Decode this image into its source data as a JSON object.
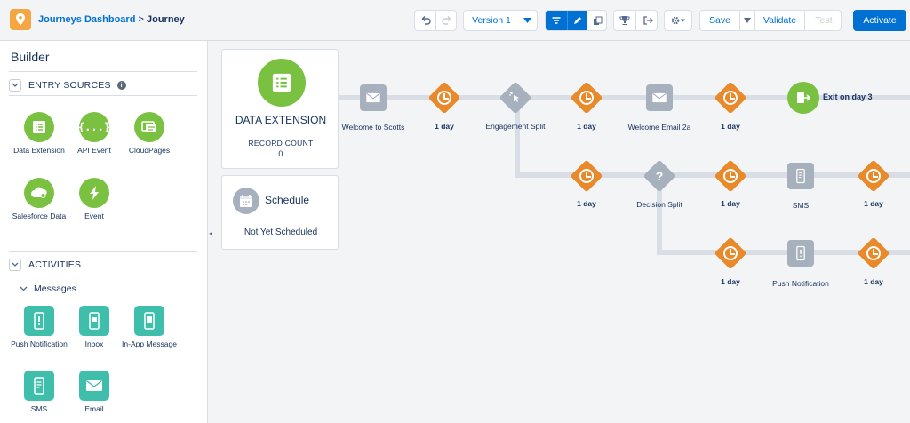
{
  "header": {
    "breadcrumb_parent": "Journeys Dashboard",
    "breadcrumb_separator": ">",
    "breadcrumb_current": "Journey",
    "version_label": "Version 1",
    "save_label": "Save",
    "validate_label": "Validate",
    "test_label": "Test",
    "activate_label": "Activate"
  },
  "sidebar": {
    "title": "Builder",
    "entry_sources_label": "ENTRY SOURCES",
    "entry_sources": [
      {
        "label": "Data Extension"
      },
      {
        "label": "API Event"
      },
      {
        "label": "CloudPages"
      },
      {
        "label": "Salesforce Data"
      },
      {
        "label": "Event"
      }
    ],
    "activities_label": "ACTIVITIES",
    "messages_label": "Messages",
    "messages": [
      {
        "label": "Push Notification"
      },
      {
        "label": "Inbox"
      },
      {
        "label": "In-App Message"
      },
      {
        "label": "SMS"
      },
      {
        "label": "Email"
      }
    ]
  },
  "canvas": {
    "entry_card": {
      "title": "DATA EXTENSION",
      "record_count_label": "RECORD COUNT",
      "record_count": "0"
    },
    "schedule_card": {
      "title": "Schedule",
      "status": "Not Yet Scheduled"
    },
    "nodes": {
      "email1": "Welcome to Scotts",
      "wait1": "1 day",
      "split1": "Engagement Split",
      "wait2": "1 day",
      "email2": "Welcome Email 2a",
      "wait3": "1 day",
      "exit": "Exit on day 3",
      "wait4": "1 day",
      "split2": "Decision Split",
      "wait5": "1 day",
      "sms": "SMS",
      "wait6": "1 day",
      "wait7": "1 day",
      "push": "Push Notification",
      "wait8": "1 day"
    }
  },
  "colors": {
    "brand_blue": "#0070d2",
    "entry_green": "#7ac142",
    "message_teal": "#3fbfab",
    "wait_orange": "#e8892a",
    "node_gray": "#a7b1bd"
  }
}
